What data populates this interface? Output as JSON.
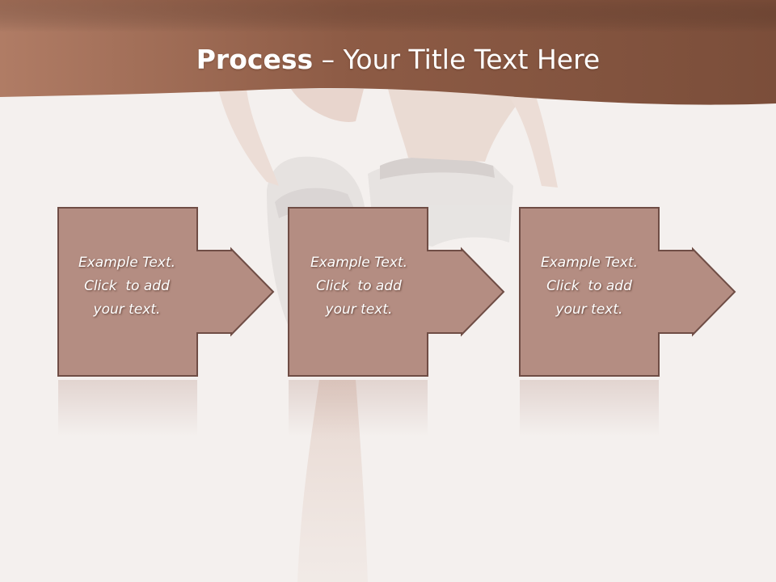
{
  "title": {
    "bold": "Process",
    "rest": " – Your Title Text Here"
  },
  "steps": [
    {
      "line1": "Example Text.",
      "line2": "Click  to add",
      "line3": "your text."
    },
    {
      "line1": "Example Text.",
      "line2": "Click  to add",
      "line3": "your text."
    },
    {
      "line1": "Example Text.",
      "line2": "Click  to add",
      "line3": "your text."
    }
  ],
  "colors": {
    "header_band": "#8e5a43",
    "box_fill": "#b48d82",
    "box_border": "#6f4d45",
    "background": "#f4f0ee"
  }
}
